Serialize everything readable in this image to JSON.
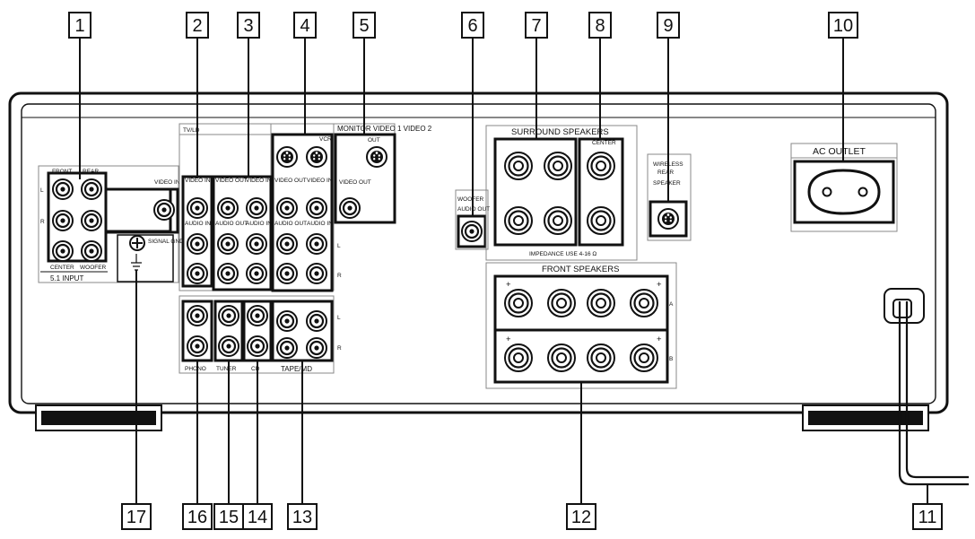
{
  "callouts": [
    "1",
    "2",
    "3",
    "4",
    "5",
    "6",
    "7",
    "8",
    "9",
    "10",
    "11",
    "12",
    "13",
    "14",
    "15",
    "16",
    "17"
  ],
  "panel": {
    "input51": {
      "front": "FRONT",
      "rear": "REAR",
      "row_l": "L",
      "row_r": "R",
      "video_in": "VIDEO IN",
      "center": "CENTER",
      "woofer": "WOOFER",
      "title": "5.1 INPUT"
    },
    "signal_gnd": "SIGNAL GND",
    "tvld": "TV/LD",
    "vcr": "VCR",
    "monitor_header": "MONITOR VIDEO 1 VIDEO 2",
    "out": "OUT",
    "video_in": "VIDEO IN",
    "video_out": "VIDEO OUT",
    "audio_in": "AUDIO IN",
    "audio_out": "AUDIO OUT",
    "row_l": "L",
    "row_r": "R",
    "phono": "PHONO",
    "tuner": "TUNER",
    "cd": "CD",
    "tape_md": "TAPE/MD",
    "woofer_out": "WOOFER",
    "audio_out_w": "AUDIO OUT",
    "surround": "SURROUND SPEAKERS",
    "center_sp": "CENTER",
    "impedance": "IMPEDANCE USE 4-16 Ω",
    "wireless": "WIRELESS REAR SPEAKER",
    "front_sp": "FRONT SPEAKERS",
    "sp_a": "A",
    "sp_b": "B",
    "ac_outlet": "AC OUTLET"
  }
}
